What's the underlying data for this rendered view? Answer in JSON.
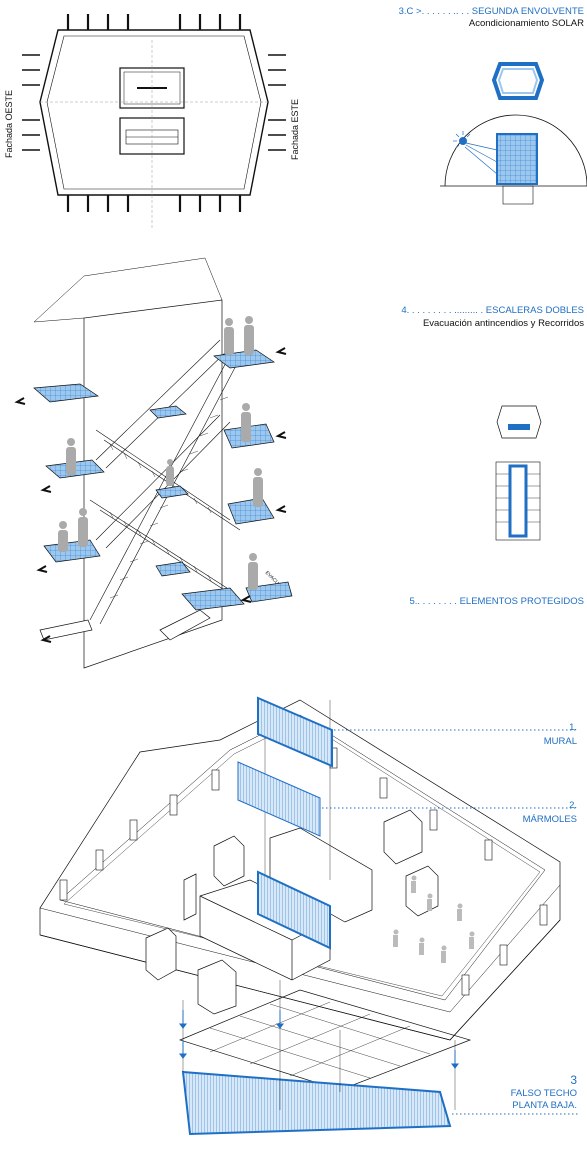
{
  "colors": {
    "accent": "#1f6fc4",
    "light_blue": "#9cc7ee",
    "ink": "#111111",
    "gray": "#aaaaaa"
  },
  "plan": {
    "facade_west": "Fachada OESTE",
    "facade_east": "Fachada ESTE"
  },
  "sections": [
    {
      "title": "3.C >. . . . . . .. . . SEGUNDA ENVOLVENTE",
      "subtitle": "Acondicionamiento SOLAR"
    },
    {
      "title": "4. . . . . . . . . ......... . ESCALERAS DOBLES",
      "subtitle": "Evacuación antincendios y Recorridos"
    },
    {
      "title": "5.. . . . . . . . ELEMENTOS PROTEGIDOS",
      "subtitle": ""
    }
  ],
  "stairs": {
    "evacuation_label": "EVACUACIÓN"
  },
  "protected_elements": [
    {
      "number": "1.",
      "name": "MURAL"
    },
    {
      "number": "2.",
      "name": "MÁRMOLES"
    },
    {
      "number": "3",
      "name": "FALSO TECHO",
      "name2": "PLANTA BAJA."
    }
  ]
}
